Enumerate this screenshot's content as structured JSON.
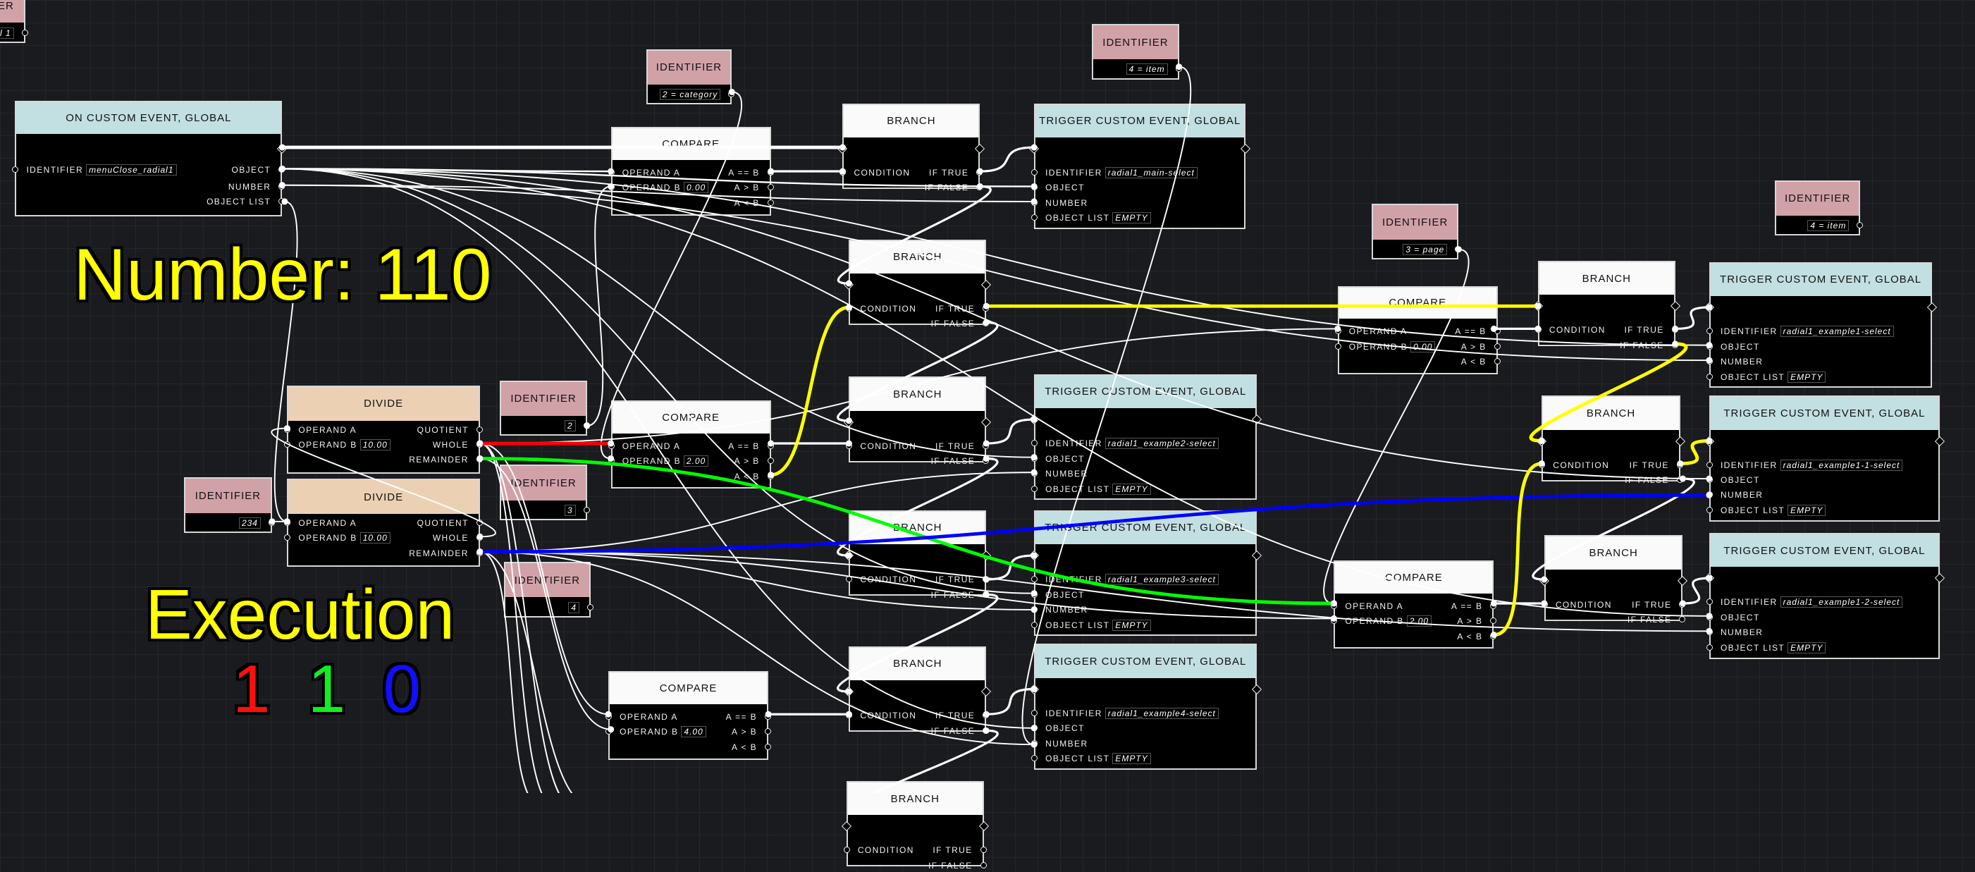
{
  "labels": {
    "identifier": "IDENTIFIER",
    "compare": "COMPARE",
    "branch": "BRANCH",
    "trigger": "TRIGGER CUSTOM EVENT, GLOBAL",
    "event": "ON CUSTOM EVENT, GLOBAL",
    "divide": "DIVIDE",
    "operand_a": "OPERAND A",
    "operand_b": "OPERAND B",
    "eq": "A == B",
    "gt": "A > B",
    "lt": "A < B",
    "condition": "CONDITION",
    "if_true": "IF TRUE",
    "if_false": "IF FALSE",
    "identifier_port": "IDENTIFIER",
    "object": "OBJECT",
    "number": "NUMBER",
    "object_list": "OBJECT LIST",
    "quotient": "QUOTIENT",
    "whole": "WHOLE",
    "remainder": "REMAINDER",
    "empty": "EMPTY"
  },
  "nodes": [
    {
      "type": "identifier",
      "value": "l 1"
    },
    {
      "type": "event",
      "value": "menuClose_radial1"
    },
    {
      "type": "identifier",
      "value": "2 = category"
    },
    {
      "type": "compare",
      "value": "0.00"
    },
    {
      "type": "branch"
    },
    {
      "type": "identifier",
      "value": "4 = item"
    },
    {
      "type": "trigger",
      "value": "radial1_main-select"
    },
    {
      "type": "identifier",
      "value": "3 = page"
    },
    {
      "type": "identifier",
      "value": "4 = item"
    },
    {
      "type": "branch"
    },
    {
      "type": "branch"
    },
    {
      "type": "trigger",
      "value": "radial1_example1-select"
    },
    {
      "type": "compare",
      "value": "0.00"
    },
    {
      "type": "divide",
      "value": "10.00"
    },
    {
      "type": "identifier",
      "value": "2"
    },
    {
      "type": "compare",
      "value": "2.00"
    },
    {
      "type": "branch"
    },
    {
      "type": "trigger",
      "value": "radial1_example2-select"
    },
    {
      "type": "trigger",
      "value": "radial1_example1-1-select"
    },
    {
      "type": "branch"
    },
    {
      "type": "identifier",
      "value": "234"
    },
    {
      "type": "divide",
      "value": "10.00"
    },
    {
      "type": "identifier",
      "value": "3"
    },
    {
      "type": "branch"
    },
    {
      "type": "trigger",
      "value": "radial1_example3-select"
    },
    {
      "type": "identifier",
      "value": "4"
    },
    {
      "type": "compare",
      "value": "2.00"
    },
    {
      "type": "branch"
    },
    {
      "type": "trigger",
      "value": "radial1_example1-2-select"
    },
    {
      "type": "compare",
      "value": "4.00"
    },
    {
      "type": "branch"
    },
    {
      "type": "trigger",
      "value": "radial1_example4-select"
    },
    {
      "type": "branch"
    }
  ],
  "overlay": {
    "number_label": "Number: 110",
    "execution_label": "Execution",
    "digits": [
      {
        "text": "1",
        "color": "#ff1010"
      },
      {
        "text": "1",
        "color": "#10f020"
      },
      {
        "text": "0",
        "color": "#1010ff"
      }
    ],
    "text_color": "#ffff00"
  },
  "wire_colors": {
    "default": "#ffffff",
    "red": "#ff0000",
    "green": "#00ff00",
    "blue": "#0000ff",
    "yellow": "#ffff00"
  }
}
